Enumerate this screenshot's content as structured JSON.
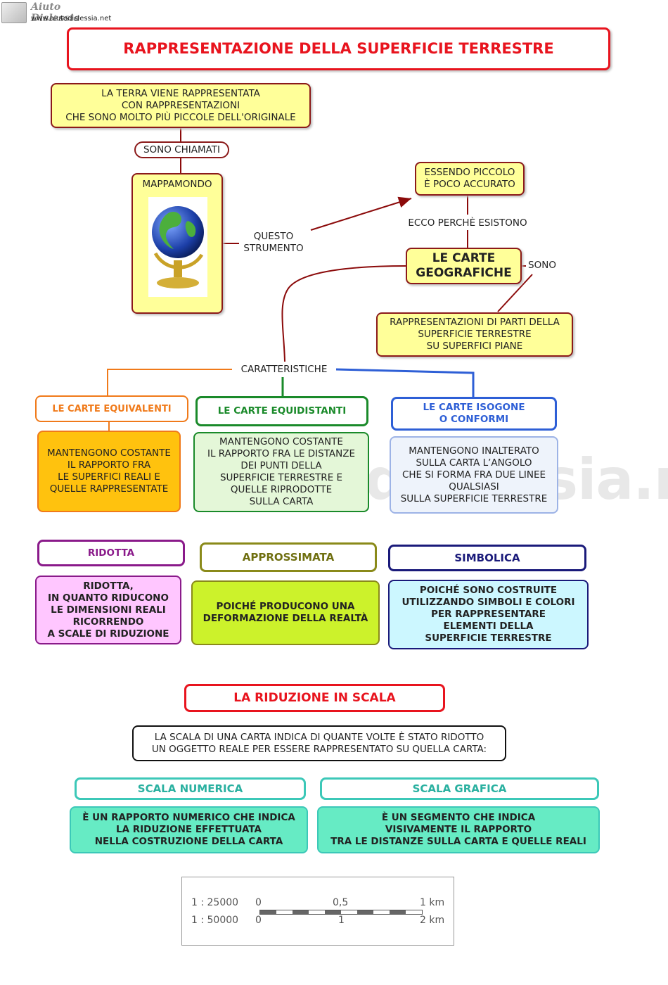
{
  "logo": {
    "brand": "Aiuto Dislessia",
    "url": "www.aiutodislessia.net"
  },
  "title": "RAPPRESENTAZIONE DELLA SUPERFICIE TERRESTRE",
  "intro": "LA TERRA VIENE RAPPRESENTATA\nCON RAPPRESENTAZIONI\nCHE SONO MOLTO PIÙ PICCOLE DELL'ORIGINALE",
  "link_sono_chiamati": "SONO CHIAMATI",
  "mappamondo": "MAPPAMONDO",
  "link_questo_strumento": "QUESTO\nSTRUMENTO",
  "piccolo": "ESSENDO PICCOLO\nÈ POCO ACCURATO",
  "link_ecco": "ECCO PERCHÈ ESISTONO",
  "carte": "LE CARTE\nGEOGRAFICHE",
  "link_sono": "SONO",
  "def_carte": "RAPPRESENTAZIONI DI PARTI DELLA\nSUPERFICIE TERRESTRE\nSU SUPERFICI PIANE",
  "link_caratteristiche": "CARATTERISTICHE",
  "types": [
    {
      "title": "LE CARTE EQUIVALENTI",
      "desc": "MANTENGONO COSTANTE\nIL RAPPORTO FRA\nLE SUPERFICI REALI E\nQUELLE RAPPRESENTATE"
    },
    {
      "title": "LE CARTE EQUIDISTANTI",
      "desc": "MANTENGONO COSTANTE\nIL RAPPORTO FRA LE DISTANZE\nDEI PUNTI DELLA\nSUPERFICIE TERRESTRE E\nQUELLE RIPRODOTTE\nSULLA CARTA"
    },
    {
      "title": "LE CARTE ISOGONE\nO CONFORMI",
      "desc": "MANTENGONO INALTERATO\nSULLA CARTA L’ANGOLO\nCHE SI FORMA FRA DUE LINEE\nQUALSIASI\nSULLA SUPERFICIE TERRESTRE"
    }
  ],
  "props": [
    {
      "title": "RIDOTTA",
      "desc": "RIDOTTA,\nIN QUANTO RIDUCONO\nLE DIMENSIONI REALI\nRICORRENDO\nA SCALE DI RIDUZIONE"
    },
    {
      "title": "APPROSSIMATA",
      "desc": "POICHÉ PRODUCONO UNA\nDEFORMAZIONE DELLA REALTÀ"
    },
    {
      "title": "SIMBOLICA",
      "desc": "POICHÉ SONO COSTRUITE\nUTILIZZANDO SIMBOLI E COLORI\nPER RAPPRESENTARE\nELEMENTI DELLA\nSUPERFICIE TERRESTRE"
    }
  ],
  "riduzione_title": "LA RIDUZIONE IN SCALA",
  "riduzione_def": "LA SCALA DI UNA CARTA INDICA DI QUANTE VOLTE È STATO RIDOTTO\nUN OGGETTO REALE PER ESSERE RAPPRESENTATO SU QUELLA CARTA:",
  "scales": [
    {
      "title": "SCALA NUMERICA",
      "desc": "È UN RAPPORTO NUMERICO CHE INDICA\nLA RIDUZIONE EFFETTUATA\nNELLA COSTRUZIONE DELLA CARTA"
    },
    {
      "title": "SCALA GRAFICA",
      "desc": "È UN SEGMENTO CHE INDICA\nVISIVAMENTE IL RAPPORTO\nTRA LE DISTANZE SULLA CARTA E QUELLE REALI"
    }
  ],
  "scale_example": {
    "row1": {
      "ratio": "1 : 25000",
      "start": "0",
      "mid": "0,5",
      "end": "1 km"
    },
    "row2": {
      "ratio": "1 : 50000",
      "start": "0",
      "mid": "1",
      "end": "2 km"
    }
  },
  "watermark": "by Aiutodislessia.net",
  "colors": {
    "red": "#e8141e",
    "yellow_fill": "#ffff99",
    "dark_red_border": "#8b1a1a",
    "orange": "#f07a1a",
    "green": "#1a8a2a",
    "blue": "#2e5fd6",
    "purple": "#8a1a8a",
    "olive": "#8a8a1a",
    "navy": "#1a1a7a",
    "teal": "#3cc8b8"
  }
}
